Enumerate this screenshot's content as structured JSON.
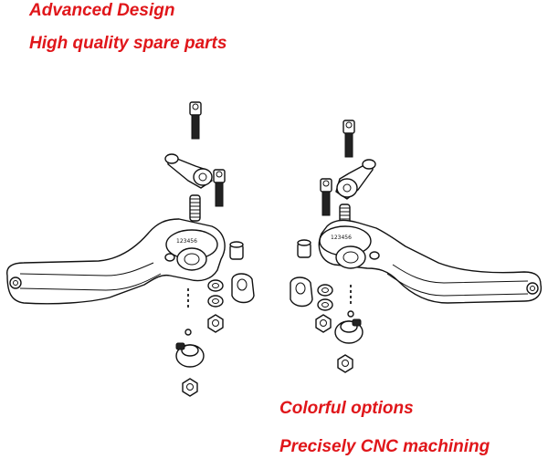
{
  "captions": {
    "advanced_design": "Advanced Design",
    "high_quality": "High quality spare parts",
    "colorful_options": "Colorful  options",
    "cnc_machining": "Precisely CNC machining"
  },
  "dial_numbers": "123456",
  "colors": {
    "caption_red": "#e0161a",
    "line": "#111111",
    "background": "#ffffff"
  }
}
